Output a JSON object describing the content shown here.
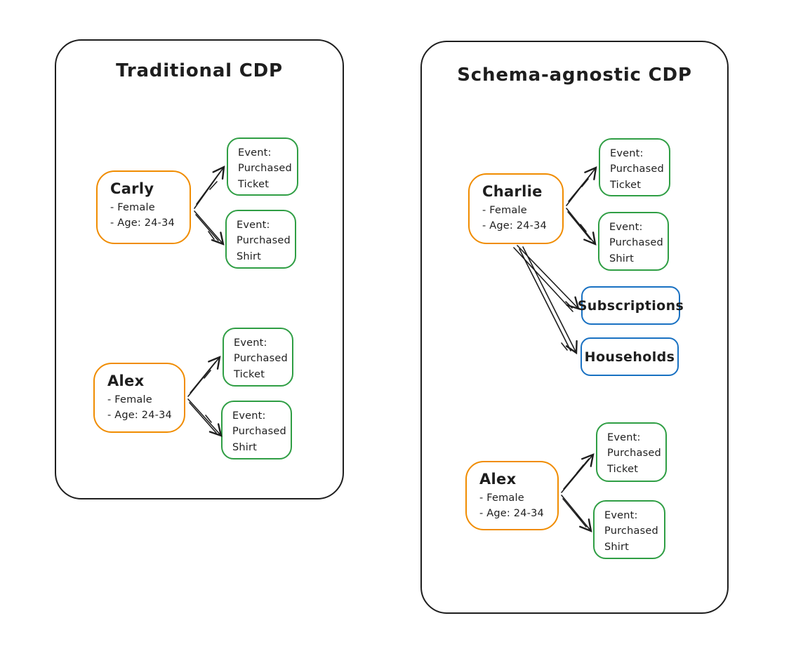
{
  "colors": {
    "profile_border": "#f08c00",
    "event_border": "#2f9e44",
    "entity_border": "#1971c2",
    "ink": "#1e1e1e",
    "background": "#ffffff"
  },
  "left_panel": {
    "title": "Traditional CDP",
    "carly": {
      "name": "Carly",
      "attributes": "- Female\n- Age: 24-34"
    },
    "carly_event_ticket": "Event:\nPurchased\nTicket",
    "carly_event_shirt": "Event:\nPurchased\nShirt",
    "alex": {
      "name": "Alex",
      "attributes": "- Female\n- Age: 24-34"
    },
    "alex_event_ticket": "Event:\nPurchased\nTicket",
    "alex_event_shirt": "Event:\nPurchased\nShirt"
  },
  "right_panel": {
    "title": "Schema-agnostic CDP",
    "charlie": {
      "name": "Charlie",
      "attributes": "- Female\n- Age: 24-34"
    },
    "charlie_event_ticket": "Event:\nPurchased\nTicket",
    "charlie_event_shirt": "Event:\nPurchased\nShirt",
    "subscriptions": "Subscriptions",
    "households": "Households",
    "alex": {
      "name": "Alex",
      "attributes": "- Female\n- Age: 24-34"
    },
    "alex_event_ticket": "Event:\nPurchased\nTicket",
    "alex_event_shirt": "Event:\nPurchased\nShirt"
  }
}
